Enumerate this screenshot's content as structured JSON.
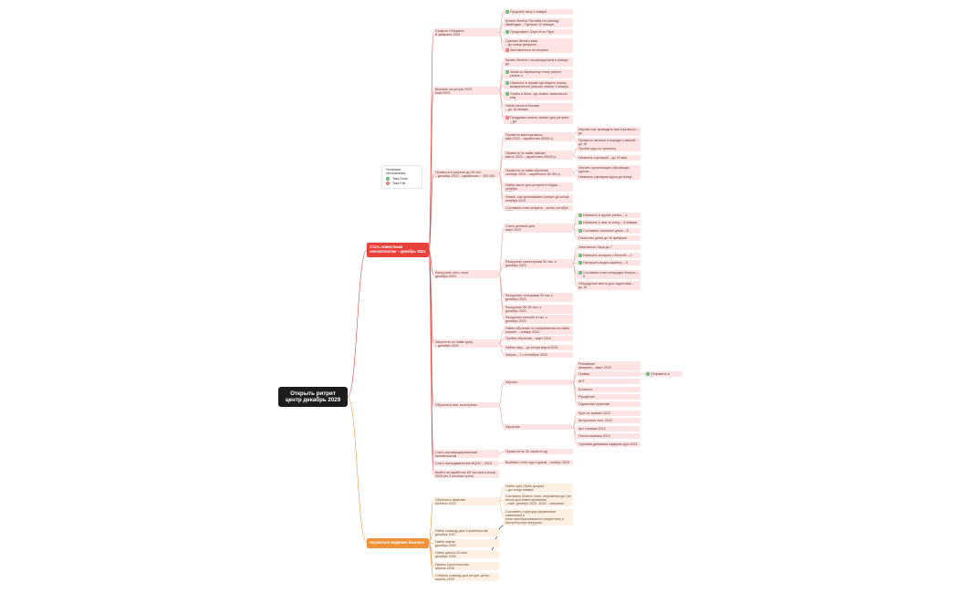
{
  "root": "Открыть ритрит\nцентр декабрь 2029",
  "legend": {
    "title": "Условные обозначения",
    "items": [
      {
        "label": "Task Done",
        "color": "#5bb974",
        "icon": "check-icon"
      },
      {
        "label": "Task Fail",
        "color": "#e66666",
        "icon": "cross-icon"
      }
    ]
  },
  "branch_a": {
    "label": "Стать известным\nнеопатологом – декабрь 2024",
    "color": "#e8413c",
    "children": [
      {
        "label": "Сходить к Бандеях\nВ феврале 2024",
        "items": [
          {
            "label": "Продлить визу 4 января",
            "done": true
          },
          {
            "label": "Купить билеты Паттайя на границу\nКамбоджи – Пуласан 12 января",
            "done": false
          },
          {
            "label": "Продолжить Gaya М по Пуре",
            "done": true
          },
          {
            "label": "Сделать бизнес-визу\n– до конца февраля",
            "done": false
          },
          {
            "label": "Заставляться на затраты",
            "fail": true
          }
        ]
      },
      {
        "label": "Выехать на ритрит 2023\nМай 2023",
        "items": [
          {
            "label": "Купить билеты с возвращением в январь до\nконца февраля"
          },
          {
            "label": "Заказ по бараньему столу ритрит, узнать о\nвозвращении квартиры до 5 января",
            "done": true
          },
          {
            "label": "Написать в форме где видеть поиску\nвозвратиться раньше сезона 1 января",
            "done": true
          },
          {
            "label": "Узнать в Alma, где можно записаться/тем\nдо 5 января",
            "done": true
          },
          {
            "label": "Найти места в Москве\n– до 15 января"
          },
          {
            "label": "Придумать имени чаевых для ритрита – до\n22 января",
            "fail": true
          }
        ]
      },
      {
        "label": "Провести в ритрите до 30 чел.\n– декабрь 2022 – заработать ~ 300 000 р.",
        "items": [
          {
            "label": "Провести мастерклассы\nмай 2023 – заработать 50000 р.",
            "sub": [
              "Изучить как проводить мастерклассы – до\n1 февраля",
              "Провести занятия в порядке слияний – до 15\nмарта"
            ]
          },
          {
            "label": "Провести по найм тайских\nместь 2023 – заработать 50000 р.",
            "sub": [
              "Пройти курс по тренингу",
              "Написать сценарий – до 15 мая"
            ]
          },
          {
            "label": "Провести по найм обучения\nоктябрь 2023 – заработать 80 000 р.",
            "sub": [
              "Изучить организацию обучающих курсов –\nдо конца апреля",
              "Написать сценарии курса до конца августа"
            ]
          },
          {
            "label": "Найти место для ритрита в Индии – октябрь\n2023"
          },
          {
            "label": "Узнать, как организовать ритрит до конца\nоктября 2023"
          },
          {
            "label": "Составить план ритрита – конец октября 2023"
          }
        ]
      },
      {
        "label": "Разгрузить сеть, пока\nдекабрь 2023",
        "items": [
          {
            "label": "Стать целевой для\nмарт 2023",
            "sub": [
              {
                "label": "Написать в группе узнать – 4 января",
                "done": true
              },
              {
                "label": "Написать о чем-то гонку – 6 января",
                "done": true
              },
              {
                "label": "Составить описание дома – 8 января",
                "done": true
              },
              {
                "label": "Почистить дома до 16 февраля"
              }
            ]
          },
          {
            "label": "Разгрузить кнопгеграмм 30 тыс. к\nдекабрь 2023",
            "sub": [
              {
                "label": "Записаться Gaya до 7"
              },
              {
                "label": "Написать историю о блоггей – 2 января",
                "done": true
              },
              {
                "label": "Настроить видео-заметку – 5 января",
                "done": true
              },
              {
                "label": "Составить план площадки Фаерос – 5\nянваря",
                "done": true
              },
              {
                "label": "Обсуждение места для подготовки – до 15\nянваря"
              }
            ]
          },
          {
            "label": "Разгрузить телеграмм 30 тыс к\nдекабрь 2023"
          },
          {
            "label": "Разгрузить ВК 50 тыс. к\nдекабрь 2023"
          },
          {
            "label": "Разгрузить ютьюбе 5 тыс. к\nдекабрь 2023"
          }
        ]
      },
      {
        "label": "Запустить по найм курсу\n– декабрь 2024",
        "items": [
          {
            "label": "Найти обучение по направлению по найм\nкоучинг – январь 2024"
          },
          {
            "label": "Пройти обучение – март 2024"
          },
          {
            "label": "Найти пару – до конца марта 2024"
          },
          {
            "label": "Запуск – 1 к сентябрю 2024"
          }
        ]
      },
      {
        "label": "Обучиться тем. категориям",
        "items": [
          {
            "label": "Изучить",
            "sub": [
              {
                "label": "Рисование\nфевраль – март 2023"
              },
              {
                "label": "Гравюр",
                "extra": "Отправить в Лавкарь"
              },
              {
                "label": "АРТ"
              },
              {
                "label": "Блокпост"
              },
              {
                "label": "Рукоделие"
              },
              {
                "label": "Гадальные практики"
              }
            ]
          },
          {
            "label": "Изучение",
            "sub": [
              {
                "label": "Курс по травам 2023"
              },
              {
                "label": "Астрология пост. 2023"
              },
              {
                "label": "Арт терапия 2023"
              },
              {
                "label": "Психосоматика 2023"
              },
              {
                "label": "Торговая динамика лидеров курс 2023"
              }
            ]
          }
        ]
      },
      {
        "label": "Стать сертифицированным неопатологом\nиюнь 2024",
        "items": [
          {
            "label": "Провести по 30 часов в год"
          }
        ]
      },
      {
        "label": "Стать преподавателем МЦЭУ – 2024",
        "items": [
          {
            "label": "Выйнать отчёт курс туризм – ноябрь 2023"
          }
        ]
      },
      {
        "label": "Выйти на заработок 1М чистым в конце\n2025 (по 2 ночным суток)",
        "items": []
      }
    ]
  },
  "branch_b": {
    "label": "Научиться ведению бизнеса",
    "color": "#f0923a",
    "children": [
      {
        "label": "Обучиться ведению\nбизнеса 2023",
        "items": [
          {
            "label": "Найти курс (Stale допуск)\n– до конца января"
          },
          {
            "label": "Составить бизнес план, откровения до три\nвесна для инвестирования\n– найт декабрь 2023 -2024 – описание план"
          },
          {
            "label": "Составить структуру управления компанией и\nплан преобразования по маркетингу и\nбухгалтерских вопросах\n– найт декабрь 2023"
          }
        ]
      },
      {
        "label": "Найти команду для строительства\nдекабрь 2027",
        "items": []
      },
      {
        "label": "Найти землю\nдекабрь 2025",
        "items": []
      },
      {
        "label": "Найти деньги 20 млн\nдекабрь 2026",
        "items": []
      },
      {
        "label": "Начать строительство\nапрель 2028",
        "items": []
      },
      {
        "label": "Собрать команду для ритрит-центр\nапрель 2029",
        "items": []
      }
    ]
  }
}
